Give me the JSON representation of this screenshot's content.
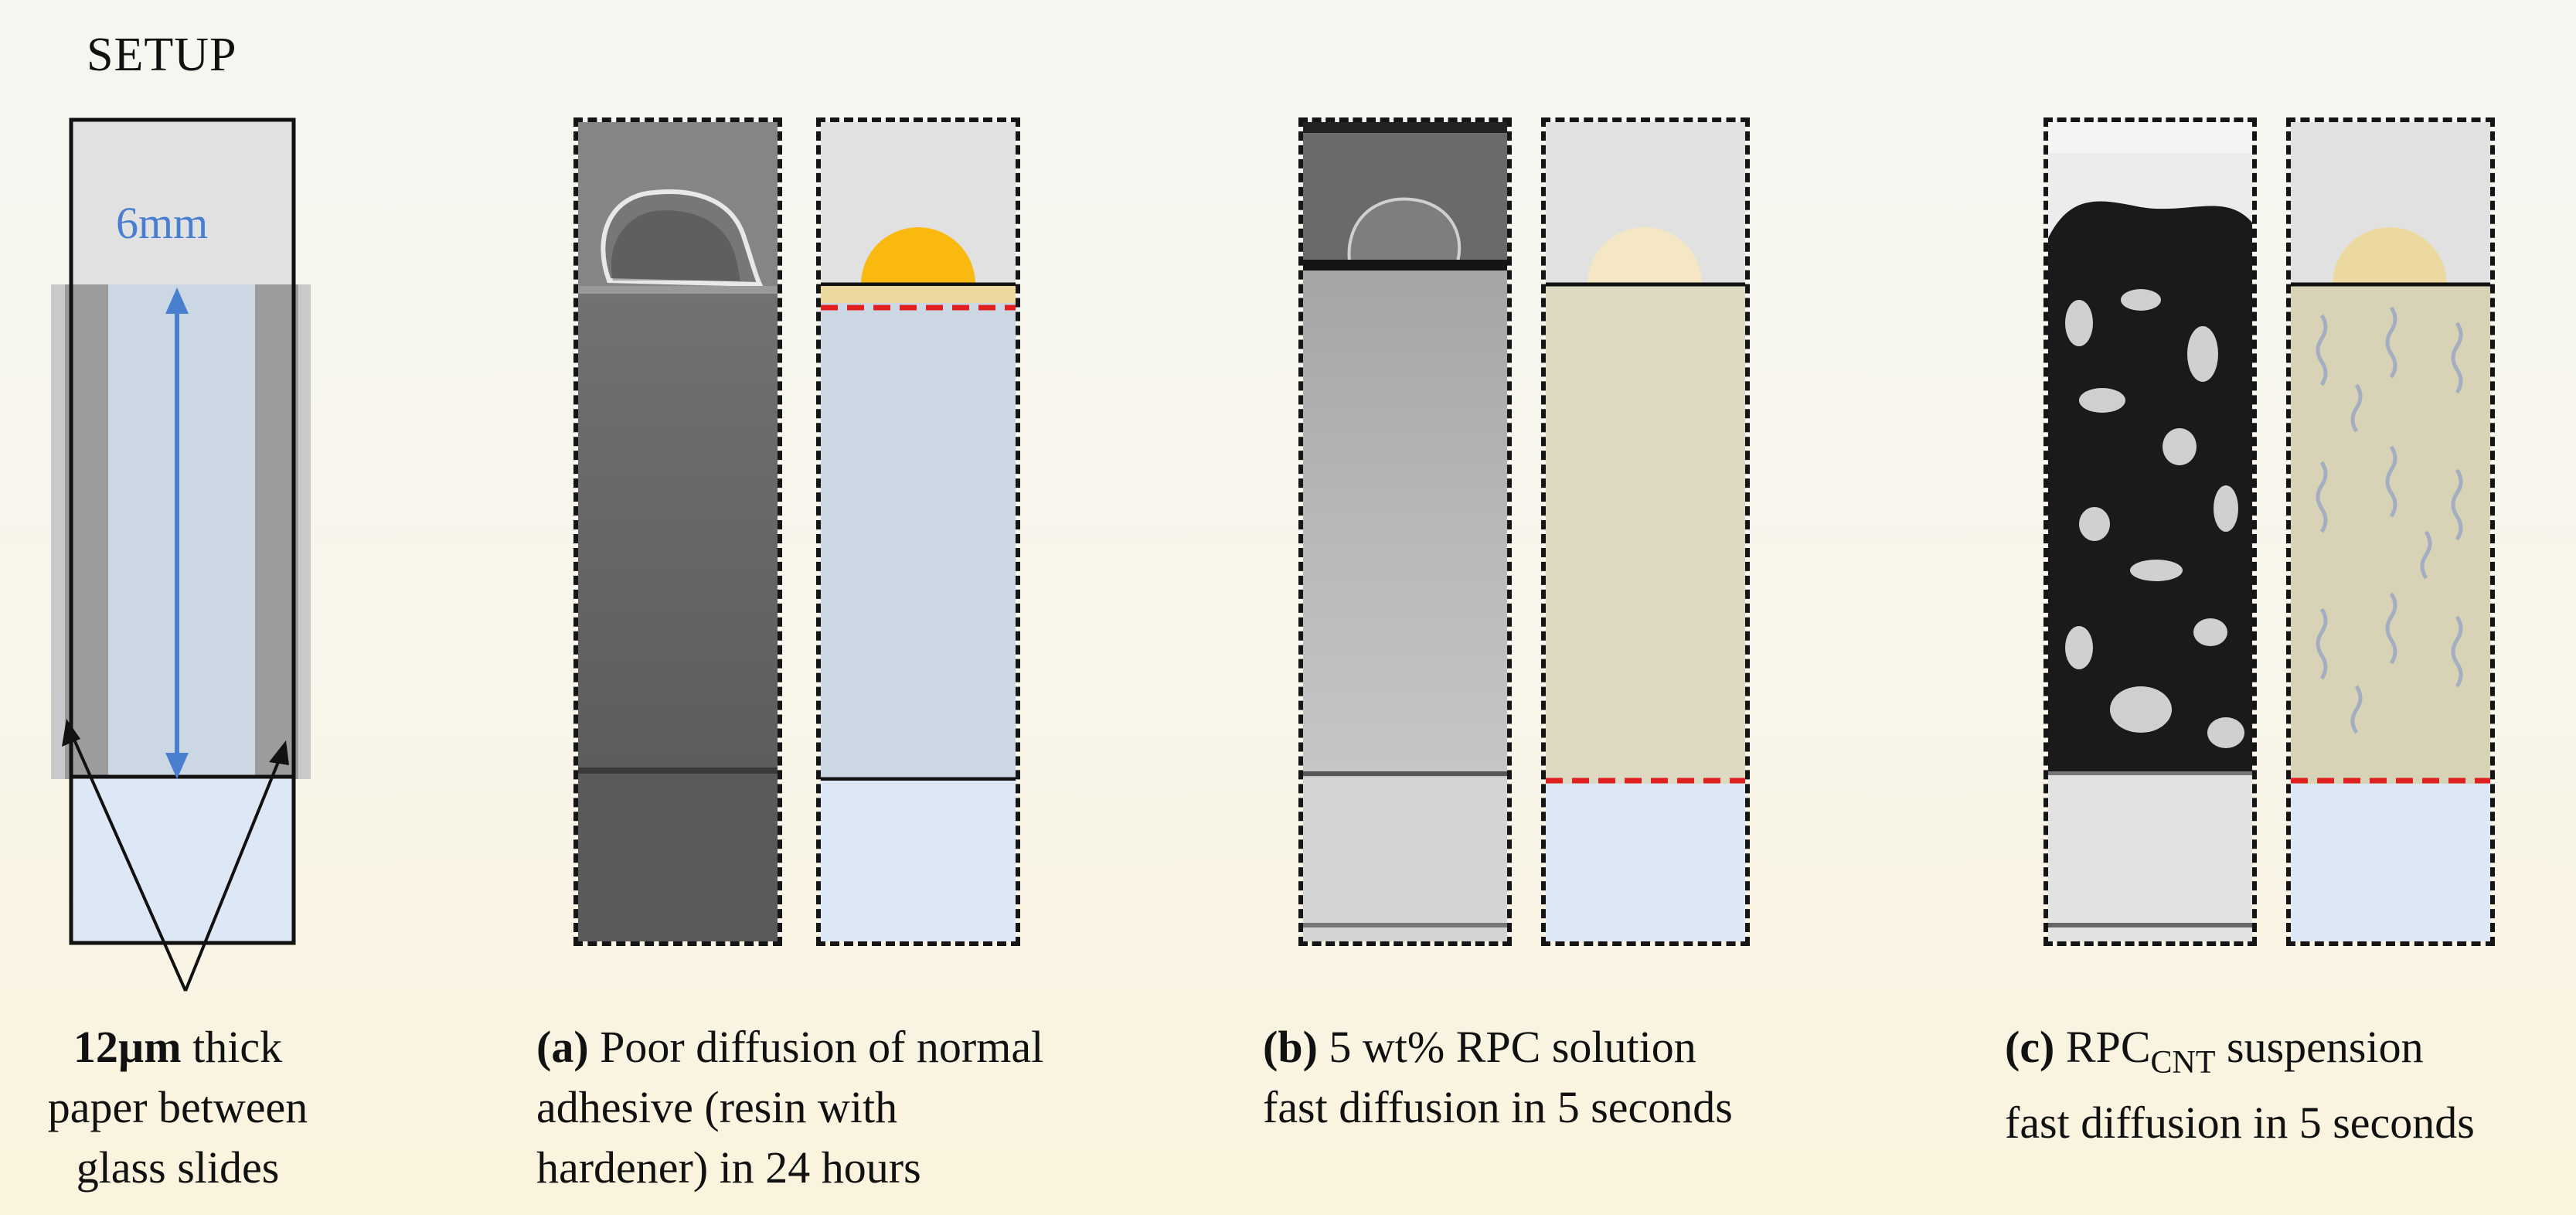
{
  "setup": {
    "title": "SETUP",
    "dimension_label": "6mm",
    "caption_bold": "12µm",
    "caption_line1_rest": " thick",
    "caption_line2": "paper between",
    "caption_line3": "glass slides"
  },
  "panel_a": {
    "tag": "(a)",
    "line1_rest": " Poor diffusion of normal",
    "line2": "adhesive (resin with",
    "line3": "hardener) in 24 hours"
  },
  "panel_b": {
    "tag": "(b)",
    "line1_rest": " 5 wt% RPC solution",
    "line2": "fast diffusion in 5 seconds"
  },
  "panel_c": {
    "tag": "(c)",
    "line1_main": " RPC",
    "line1_sub": "CNT",
    "line1_rest": " suspension",
    "line2": "fast diffusion in 5 seconds"
  },
  "colors": {
    "adhesive_drop": "#f9b90f",
    "rpc_drop": "#f5e6c4",
    "cnt_drop": "#ecd9a0",
    "glass_blue": "#cbd8e4",
    "light_blue": "#dce8f6",
    "diffused_beige": "#dcd8c2",
    "diffusion_front": "#e02020",
    "arrow_blue": "#4a7fd0"
  }
}
